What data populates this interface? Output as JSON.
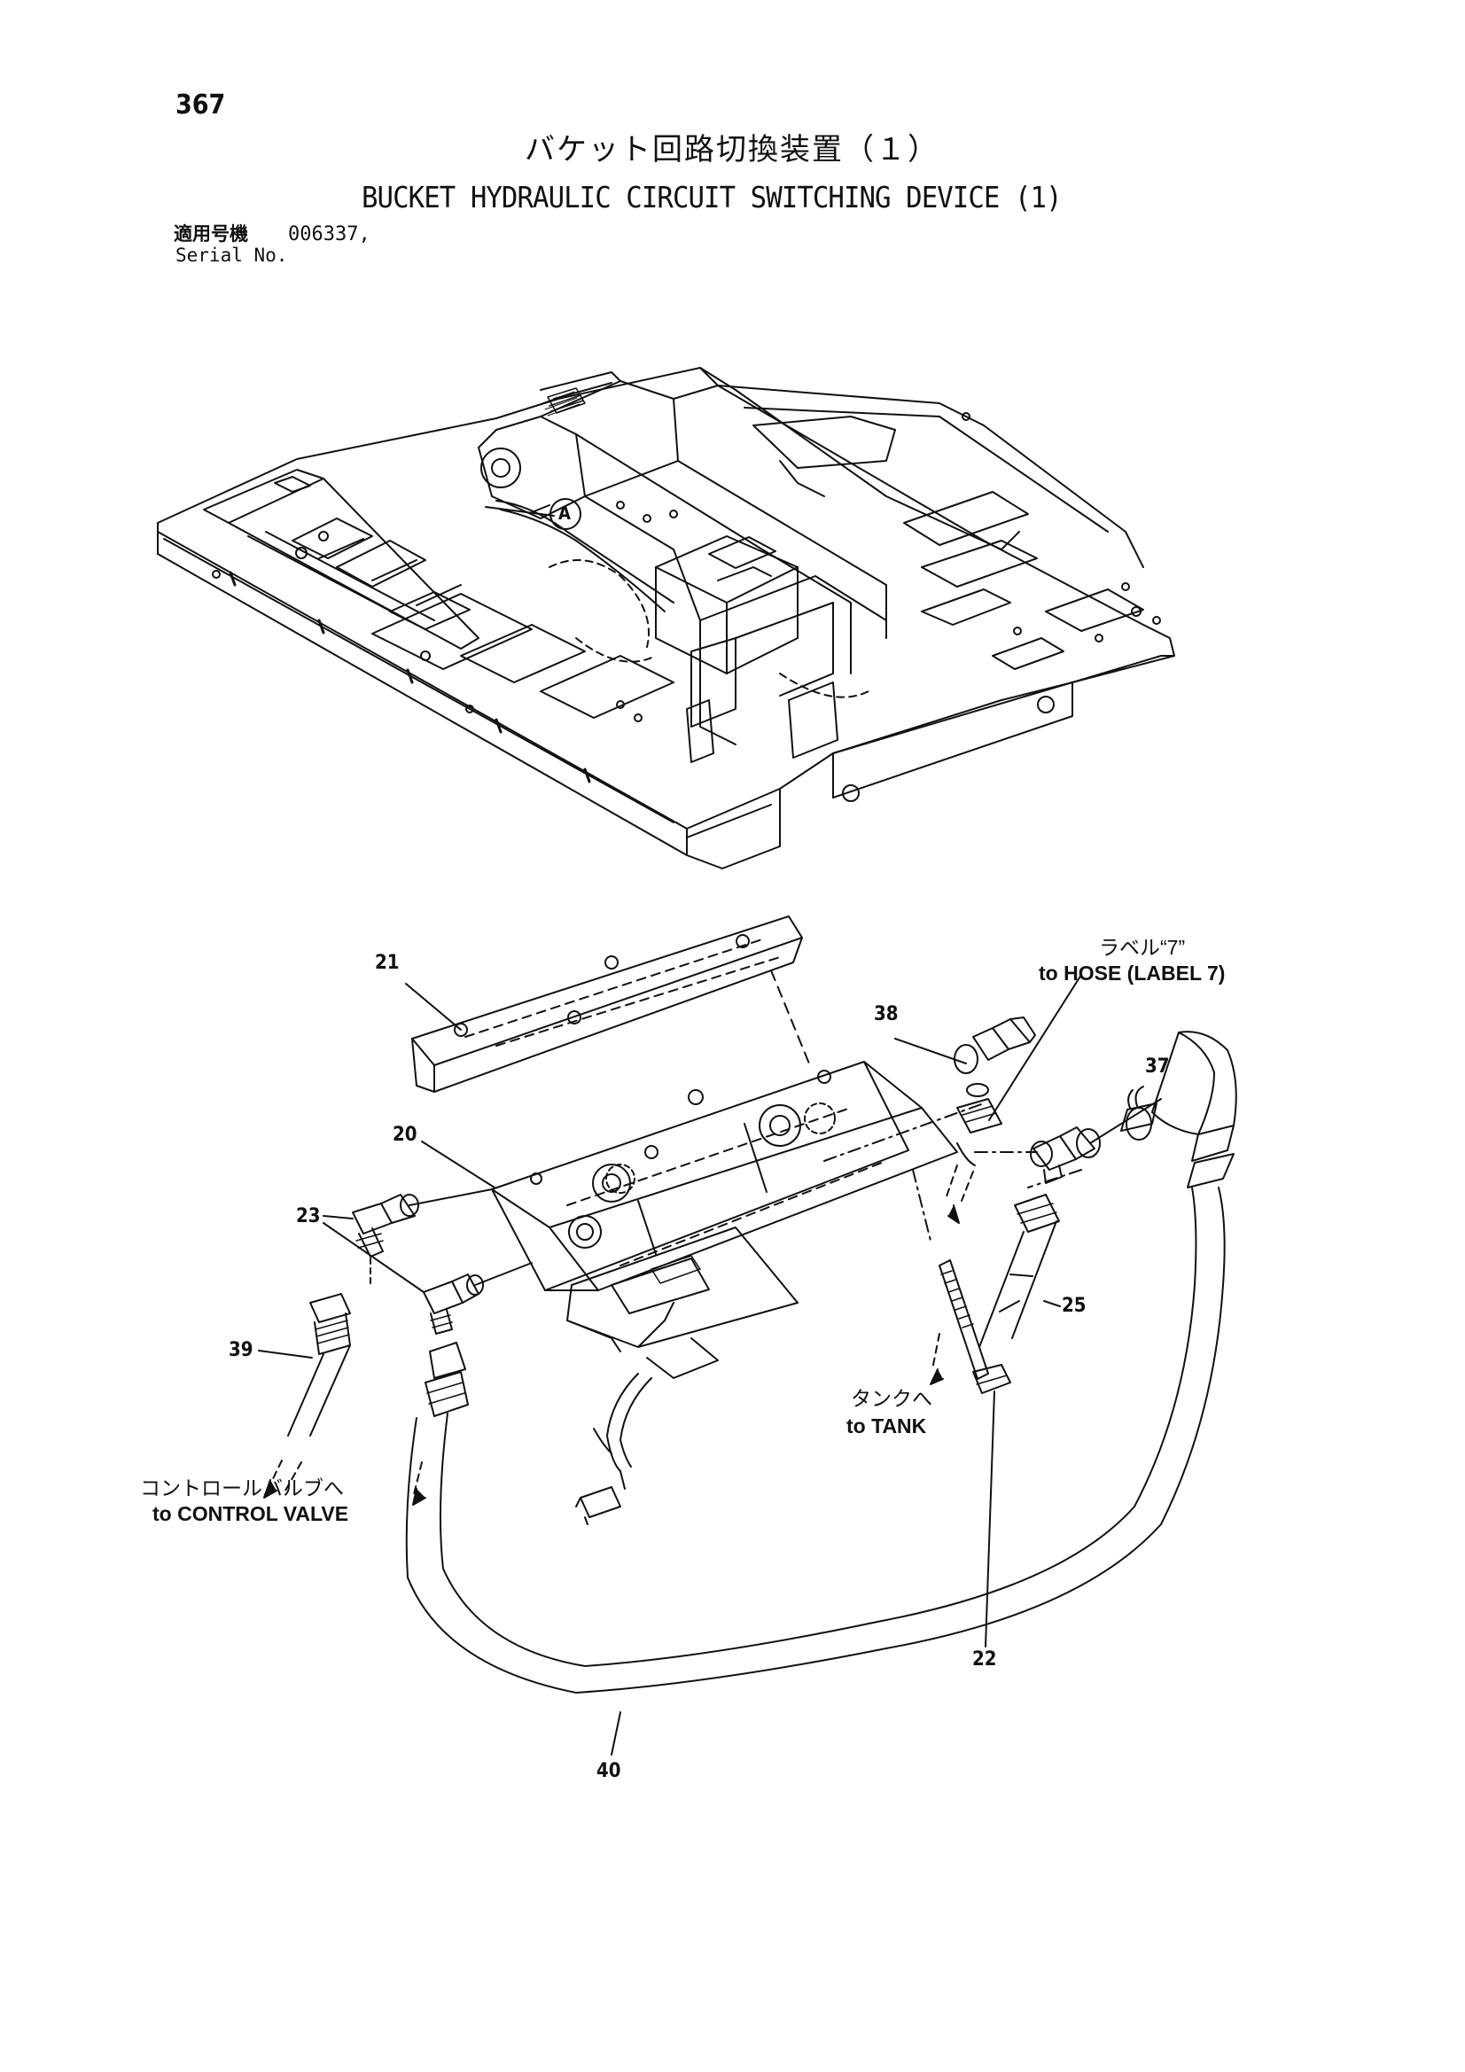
{
  "header": {
    "page_number": "367",
    "title_jp": "バケット回路切換装置（１）",
    "title_en": "BUCKET HYDRAULIC CIRCUIT SWITCHING DEVICE (1)",
    "serial_label_jp": "適用号機",
    "serial_value": "006337,",
    "serial_label_en": "Serial No."
  },
  "diagram": {
    "detail_marker": "A",
    "callouts": {
      "c21": "21",
      "c20": "20",
      "c23": "23",
      "c39": "39",
      "c38": "38",
      "c37": "37",
      "c25": "25",
      "c22": "22",
      "c40": "40"
    },
    "notes": {
      "label_jp": "ラベル“7”",
      "label_en": "to HOSE (LABEL 7)",
      "tank_jp": "タンクへ",
      "tank_en": "to TANK",
      "control_jp": "コントロールバルブへ",
      "control_en": "to CONTROL VALVE"
    }
  }
}
